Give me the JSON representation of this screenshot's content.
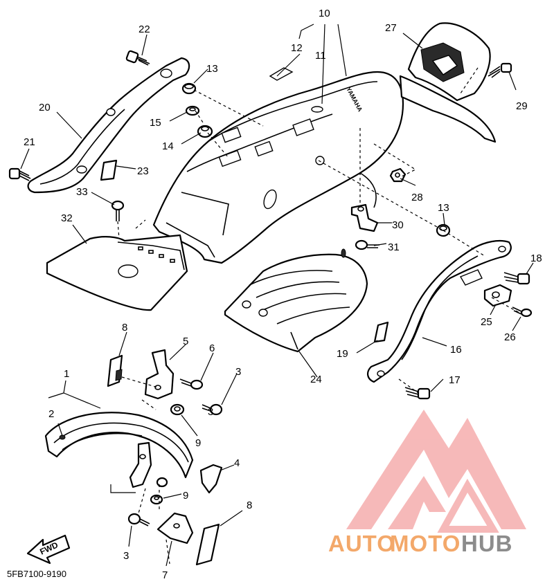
{
  "diagram": {
    "part_code": "5FB7100-9190",
    "fwd_label": "FWD",
    "fender_brand": "YAMAHA",
    "callouts": [
      "1",
      "2",
      "3",
      "3",
      "3",
      "4",
      "5",
      "6",
      "7",
      "8",
      "8",
      "9",
      "9",
      "10",
      "11",
      "12",
      "13",
      "13",
      "14",
      "15",
      "16",
      "17",
      "18",
      "19",
      "20",
      "21",
      "22",
      "23",
      "24",
      "25",
      "26",
      "27",
      "28",
      "29",
      "30",
      "31",
      "32",
      "33"
    ]
  },
  "watermark": {
    "text_part1": "AUTO",
    "text_part2": "MOTO",
    "text_part3": "HUB",
    "color_primary": "#f3a86a",
    "color_secondary": "#8c8c8c",
    "logo_color": "#f08080"
  }
}
